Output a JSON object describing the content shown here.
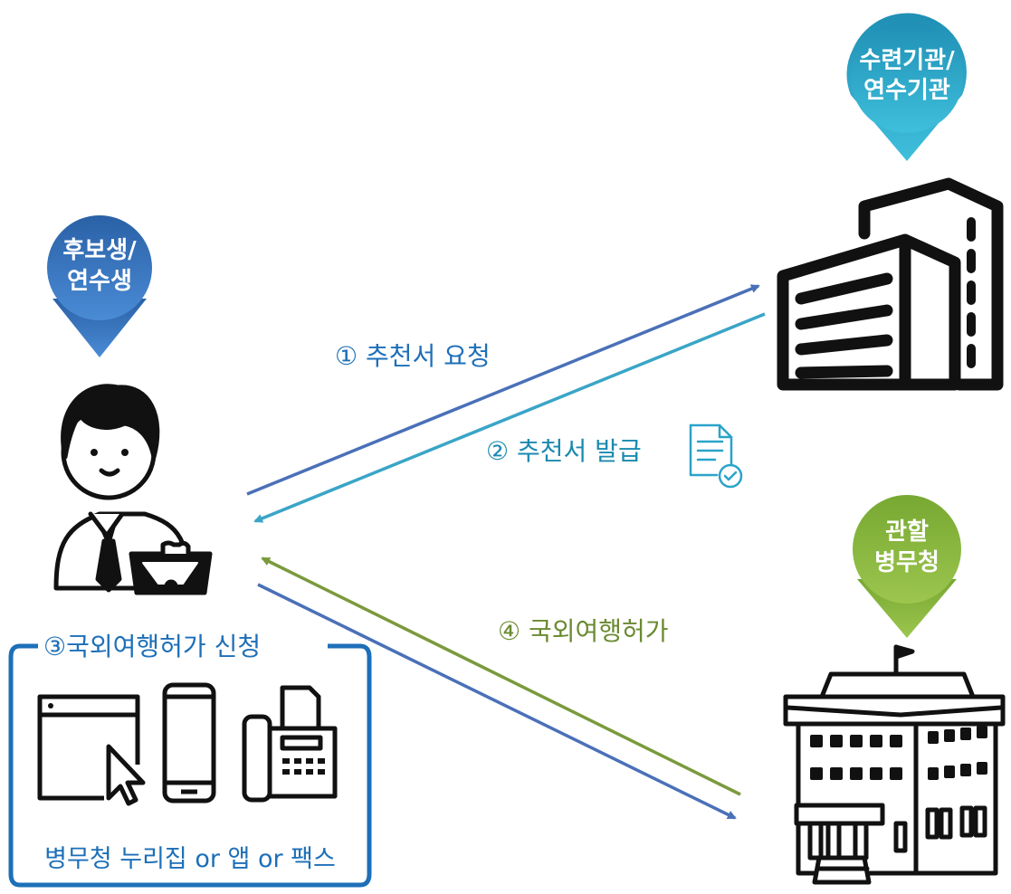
{
  "pins": {
    "institution": {
      "line1": "수련기관/",
      "line2": "연수기관"
    },
    "candidate": {
      "line1": "후보생/",
      "line2": "연수생"
    },
    "office": {
      "line1": "관할",
      "line2": "병무청"
    }
  },
  "steps": {
    "request": "① 추천서 요청",
    "issue": "② 추천서 발급",
    "apply": "③국외여행허가 신청",
    "permit": "④ 국외여행허가"
  },
  "apply_box": {
    "caption": "병무청 누리집 or 앱 or 팩스"
  },
  "colors": {
    "request_arrow": "#4a70b8",
    "issue_arrow": "#3aa5c7",
    "apply_arrow": "#4a70b8",
    "permit_arrow": "#7a9a3c",
    "request_text": "#1d6fb8",
    "issue_text": "#1a8ab0",
    "permit_text": "#6a8a30",
    "box_border": "#1d6fb8"
  },
  "icons": {
    "person": "person-icon",
    "office_building": "office-building-icon",
    "government_building": "government-building-icon",
    "document": "document-check-icon",
    "web": "web-browser-icon",
    "phone": "smartphone-icon",
    "fax": "fax-icon"
  }
}
